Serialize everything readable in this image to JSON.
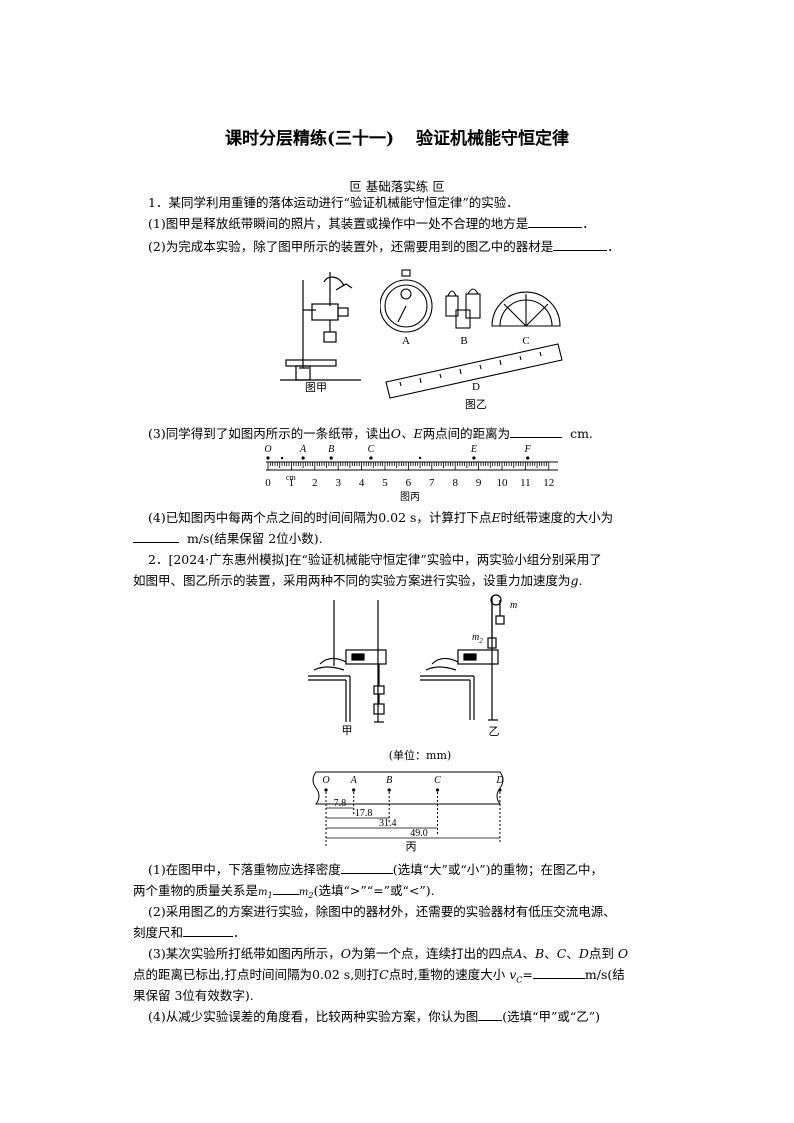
{
  "title": {
    "part1": "课时分层精练(三十一)",
    "part2": "验证机械能守恒定律"
  },
  "section": "叵 基础落实练 叵",
  "q1": {
    "stem": "1．某同学利用重锤的落体运动进行“验证机械能守恒定律”的实验．",
    "p1": "(1)图甲是释放纸带瞬间的照片，其装置或操作中一处不合理的地方是",
    "p2": "(2)为完成本实验，除了图甲所示的装置外，还需要用到的图乙中的器材是",
    "fig_labels": {
      "A": "A",
      "B": "B",
      "C": "C",
      "D": "D",
      "jia": "图甲",
      "yi": "图乙",
      "bing": "图丙"
    },
    "p3a": "(3)同学得到了如图丙所示的一条纸带，读出",
    "p3b": "O、E",
    "p3c": "两点间的距离为",
    "p3d": "cm.",
    "tape_points": [
      "O",
      "A",
      "B",
      "C",
      "E",
      "F"
    ],
    "ruler_ticks": [
      "0",
      "1",
      "2",
      "3",
      "4",
      "5",
      "6",
      "7",
      "8",
      "9",
      "10",
      "11",
      "12"
    ],
    "ruler_unit": "cm",
    "p4a": "(4)已知图丙中每两个点之间的时间间隔为0.02 s，计算打下点",
    "p4b": "E",
    "p4c": "时纸带速度的大小为",
    "p4d": "m/s(结果保留 2位小数)."
  },
  "q2": {
    "stem1": "2．[2024·广东惠州模拟]在“验证机械能守恒定律”实验中，两实验小组分别采用了",
    "stem2a": "如图甲、图乙所示的装置，采用两种不同的实验方案进行实验，设重力加速度为",
    "stem2b": "g",
    "fig_jia": "甲",
    "fig_yi": "乙",
    "fig_bing": "丙",
    "m1": "m",
    "m1_sub": "1",
    "m2": "m",
    "m2_sub": "2",
    "unit": "(单位：mm)",
    "tape_points": [
      "O",
      "A",
      "B",
      "C",
      "D"
    ],
    "distances": [
      "7.8",
      "17.8",
      "31.4",
      "49.0"
    ],
    "p1a": "(1)在图甲中，下落重物应选择密度",
    "p1b": "(选填“大”或“小”)的重物；在图乙中，",
    "p1c": "两个重物的质量关系是",
    "p1d": "(选填“>”“=”或“<”).",
    "p2a": "(2)采用图乙的方案进行实验，除图中的器材外，还需要的实验器材有低压交流电源、",
    "p2b": "刻度尺和",
    "p3a": "(3)某次实验所打纸带如图丙所示，",
    "p3b": "为第一个点，连续打出的四点",
    "p3c": "点到",
    "p3d": "点的距离已标出,打点时间间隔为0.02 s,则打",
    "p3e": "点时,重物的速度大小",
    "p3f": "m/s(结",
    "p3g": "果保留 3位有效数字).",
    "p4a": "(4)从减少实验误差的角度看，比较两种实验方案，你认为图",
    "p4b": "(选填“甲”或“乙”)"
  }
}
